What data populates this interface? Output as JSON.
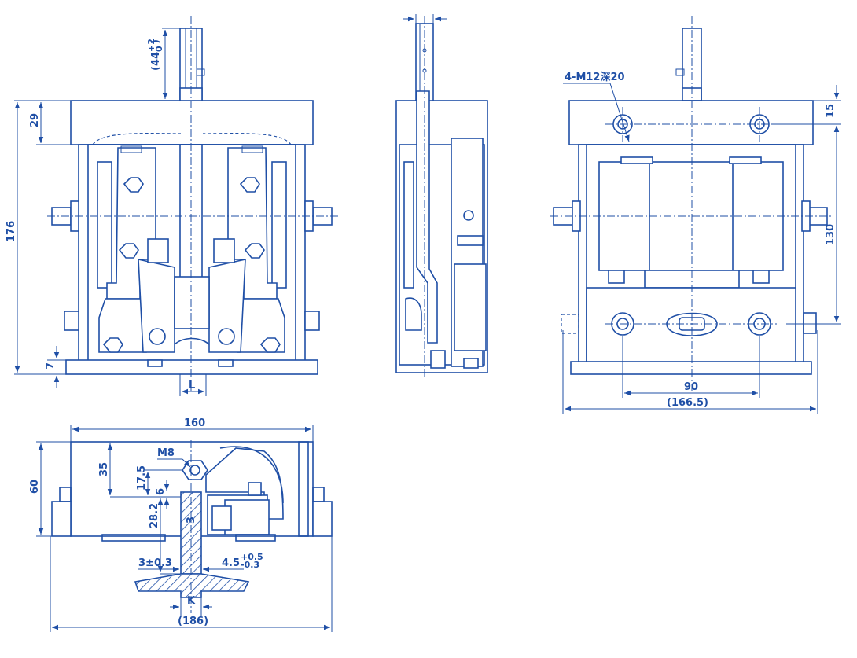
{
  "dimensions": {
    "front": {
      "d_44": "(44",
      "d_44_tol": "+2",
      "d_44_tol2": "0",
      "d_44_close": ")",
      "d_29": "29",
      "d_176": "176",
      "d_7": "7",
      "d_L": "L"
    },
    "right": {
      "thread": "4-M12深20",
      "d_15": "15",
      "d_130": "130",
      "d_90": "90",
      "d_166": "(166.5)"
    },
    "top": {
      "d_160": "160",
      "d_60": "60",
      "d_35": "35",
      "d_17": "17.5",
      "d_6": "6",
      "d_28": "28.2",
      "d_3": "3",
      "d_M8": "M8",
      "d_3tol": "3±0.3",
      "d_45": "4.5",
      "d_45_up": "+0.5",
      "d_45_dn": "-0.3",
      "d_K": "K",
      "d_186": "(186)"
    }
  },
  "colors": {
    "line": "#1f4fa6",
    "fill": "#cfd9ef"
  }
}
